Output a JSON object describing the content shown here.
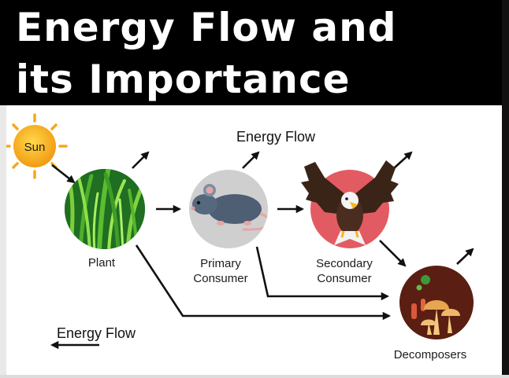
{
  "title": {
    "line1": "Energy Flow and",
    "line2": "its Importance"
  },
  "diagram": {
    "sun_label": "Sun",
    "top_label": "Energy Flow",
    "bottom_label": "Energy Flow",
    "nodes": {
      "plant": {
        "label": "Plant"
      },
      "primary": {
        "line1": "Primary",
        "line2": "Consumer"
      },
      "secondary": {
        "line1": "Secondary",
        "line2": "Consumer"
      },
      "decomposers": {
        "label": "Decomposers"
      }
    }
  },
  "colors": {
    "banner": "#000000",
    "title_text": "#ffffff",
    "sun": "#f6b21c",
    "plant": "#2e8b2e",
    "primary": "#cfcfcf",
    "secondary": "#e35b62",
    "decomposers": "#5a1f12",
    "arrow": "#111111"
  }
}
